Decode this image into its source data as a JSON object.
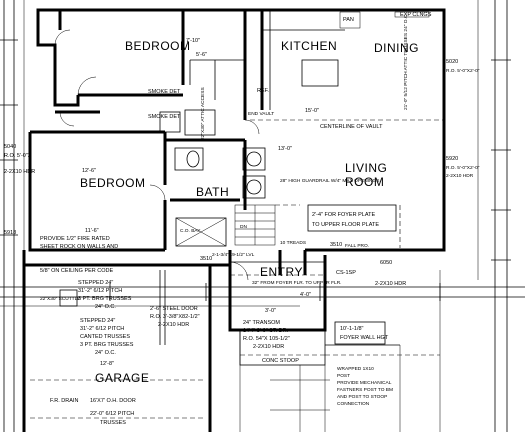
{
  "rooms": {
    "bedroom_top": "BEDROOM",
    "kitchen": "KITCHEN",
    "dining": "DINING",
    "living_room_1": "LIVING",
    "living_room_2": "ROOM",
    "bedroom_left": "BEDROOM",
    "bath": "BATH",
    "entry": "ENTRY",
    "garage": "GARAGE"
  },
  "labels": {
    "pan": "PAN",
    "exp_clngs": "EXP CLNGS",
    "smoke_det_top": "SMOKE DET",
    "smoke_det_mid": "SMOKE DET",
    "ref": "REF.",
    "end_vault": "END VAULT",
    "centerline_vault": "CENTERLINE OF VAULT",
    "attic_access": "22\"X30\" ATTIC ACCESS",
    "ceiling_note": "28\" HIGH GUARDRAIL W/4\" MAX OPENINGS",
    "foyer_plate_1": "2'-4\" FOR FOYER PLATE",
    "foyer_plate_2": "TO UPPER FLOOR PLATE",
    "fall_pro": "FALL PRO.",
    "ten_treads": "10 TREADS",
    "firewall_1": "PROVIDE 1/2\" FIRE RATED",
    "firewall_2": "SHEET ROCK ON WALLS AND",
    "firewall_3": "5/8\" ON CEILING PER CODE",
    "stepped_24_a": "STEPPED 24\"",
    "pitch_a": "31'-2\" 6/12 PITCH",
    "trusses_a": "3 PT. BRG TRUSSES",
    "oc_a": "24\" O.C.",
    "scuttle": "22\"X30\" SCUTTLE",
    "steel_door": "2'-6\" STEEL DOOR",
    "ro_door": "R.O. 3'-3/8\"X82-1/2\"",
    "hdr_door": "2-2X10 HDR",
    "stepped_24_b": "STEPPED 24\"",
    "pitch_b": "31'-2\" 6/12 PITCH",
    "canted": "CANTED TRUSSES",
    "trusses_b": "3 PT. BRG TRUSSES",
    "oc_b": "24\" O.C.",
    "width_12_8": "12'-8\"",
    "fr_drain": "F.R. DRAIN",
    "oh_door": "16'X7' O.H. DOOR",
    "pitch_c": "22'-0\" 6/12 PITCH",
    "trusses_c": "TRUSSES",
    "transom": "24\" TRANSOM",
    "door_dr": "14'4\" 3'-0\" ST. DR.",
    "ro_transom": "R.O. 54\"X 105-1/2\"",
    "hdr_transom": "2-2X10 HDR",
    "conc_stoop": "CONC STOOP",
    "foyer_wall": "10'-1-1/8\"",
    "foyer_wall_hgt": "FOYER WALL HGT",
    "wrapped_1": "WRAPPED 1X10",
    "wrapped_2": "POST",
    "wrapped_3": "PROVIDE MECHANICAL",
    "wrapped_4": "FASTNERS POST TO BM",
    "wrapped_5": "AND POST TO STOOP",
    "wrapped_6": "CONNECTION",
    "ramp_note": "2-1-3/4\"X9-1/2\" LVL",
    "up_note": "32\" FROM FOYER FLR. TO UPPER FLR.",
    "dim_4_0": "4'-0\"",
    "dim_3_0": "3'-0\"",
    "cs_a": "CS-1SP",
    "hdr_a": "2-2X10 HDR",
    "win_6050": "6050",
    "win_5040": "5040",
    "ro_5040": "R.O. 5'-0\"X",
    "hdr_5040": "2-2X10 HDR",
    "win_5020": "5020",
    "ro_5020": "R.O. 5'-0\"X2'-0\"",
    "win_5920": "5920",
    "ro_5920": "R.O. 5'-0\"X2'-0\"",
    "hdr_5920": "2-2X10 HDR",
    "win_5918": "5918",
    "win_3510": "3510",
    "win_3510b": "3510",
    "attic_trusses": "21'-0\" 5/12 PITCH ATTIC TRUSSES 24\" O.C.",
    "co_bay": "C.O. BAY",
    "cb_dr": "DN",
    "dim_12_6": "12'-6\"",
    "dim_11_6": "11'-6\"",
    "dim_13_0": "13'-0\"",
    "dim_15_0": "15'-0\"",
    "dim_7_10": "7'-10\"",
    "dim_5_6": "5'-6\""
  }
}
